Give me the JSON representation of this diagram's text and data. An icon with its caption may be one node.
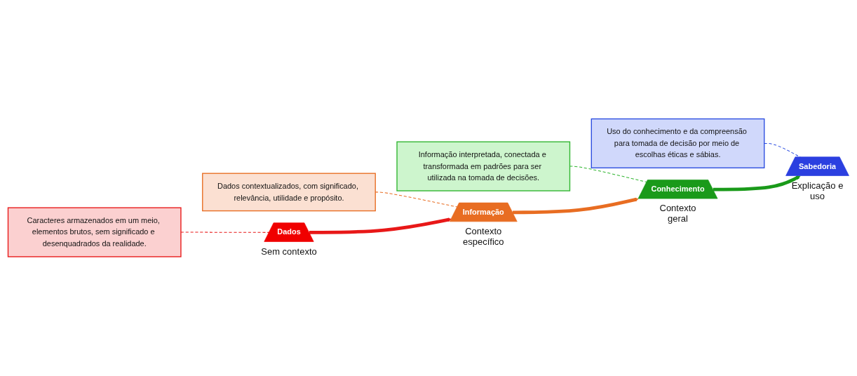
{
  "diagram": {
    "nodes": [
      {
        "text": [
          "Uso do conhecimento e da compreensão para tomada de decisão por meio de escolhas éticas e sábias."
        ]
      },
      {
        "text": [
          "Informação interpretada, conectada e transformada em padrões para ser utilizada na tomada de decisões."
        ]
      },
      {
        "text": [
          "Dados contextualizados, com significado, relevância, utilidade e propósito."
        ]
      },
      {
        "text": [
          "Caracteres armazenados em um meio, elementos brutos, sem significado e desenquadrados da realidade."
        ]
      },
      {
        "text": [
          "Sabedoria"
        ],
        "beside": [
          "Explicação e uso"
        ]
      },
      {
        "text": [
          "Conhecimento"
        ],
        "beside": [
          "Contexto geral"
        ]
      },
      {
        "text": [
          "Informação"
        ],
        "beside": [
          "Contexto específico"
        ]
      },
      {
        "text": [
          "Dados"
        ],
        "beside": [
          "Sem contexto"
        ]
      }
    ],
    "edges": [
      {
        "from": 0,
        "to": 4,
        "arrow": "none",
        "style": "dashed",
        "color": "#2b4de0"
      },
      {
        "from": 1,
        "to": 5,
        "arrow": "none",
        "style": "dashed",
        "color": "#2fb52f"
      },
      {
        "from": 2,
        "to": 6,
        "arrow": "none",
        "style": "dashed",
        "color": "#e86d22"
      },
      {
        "from": 3,
        "to": 7,
        "arrow": "none",
        "style": "dashed",
        "color": "#e81818"
      },
      {
        "from": 7,
        "to": 6,
        "arrow": "to",
        "style": "thick",
        "color": "#e81818"
      },
      {
        "from": 6,
        "to": 5,
        "arrow": "to",
        "style": "thick",
        "color": "#e86d22"
      },
      {
        "from": 5,
        "to": 4,
        "arrow": "to",
        "style": "thick",
        "color": "#1a9a1a"
      }
    ]
  }
}
